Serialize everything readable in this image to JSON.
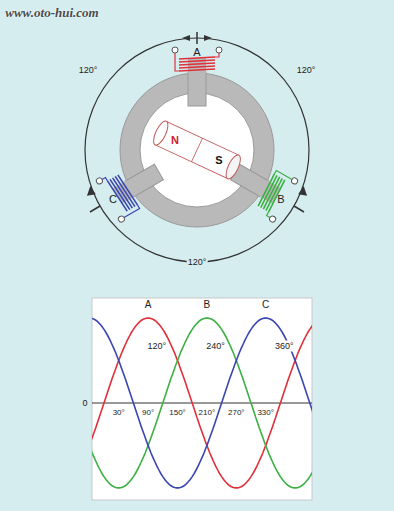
{
  "diagram": {
    "labels": [
      "www.oto-hui.com",
      "A",
      "120°",
      "120°",
      "N",
      "S",
      "C",
      "B",
      "120°",
      "A",
      "B",
      "C",
      "120°",
      "240°",
      "360°",
      "0",
      "30°",
      "90°",
      "150°",
      "210°",
      "270°",
      "330°"
    ]
  }
}
